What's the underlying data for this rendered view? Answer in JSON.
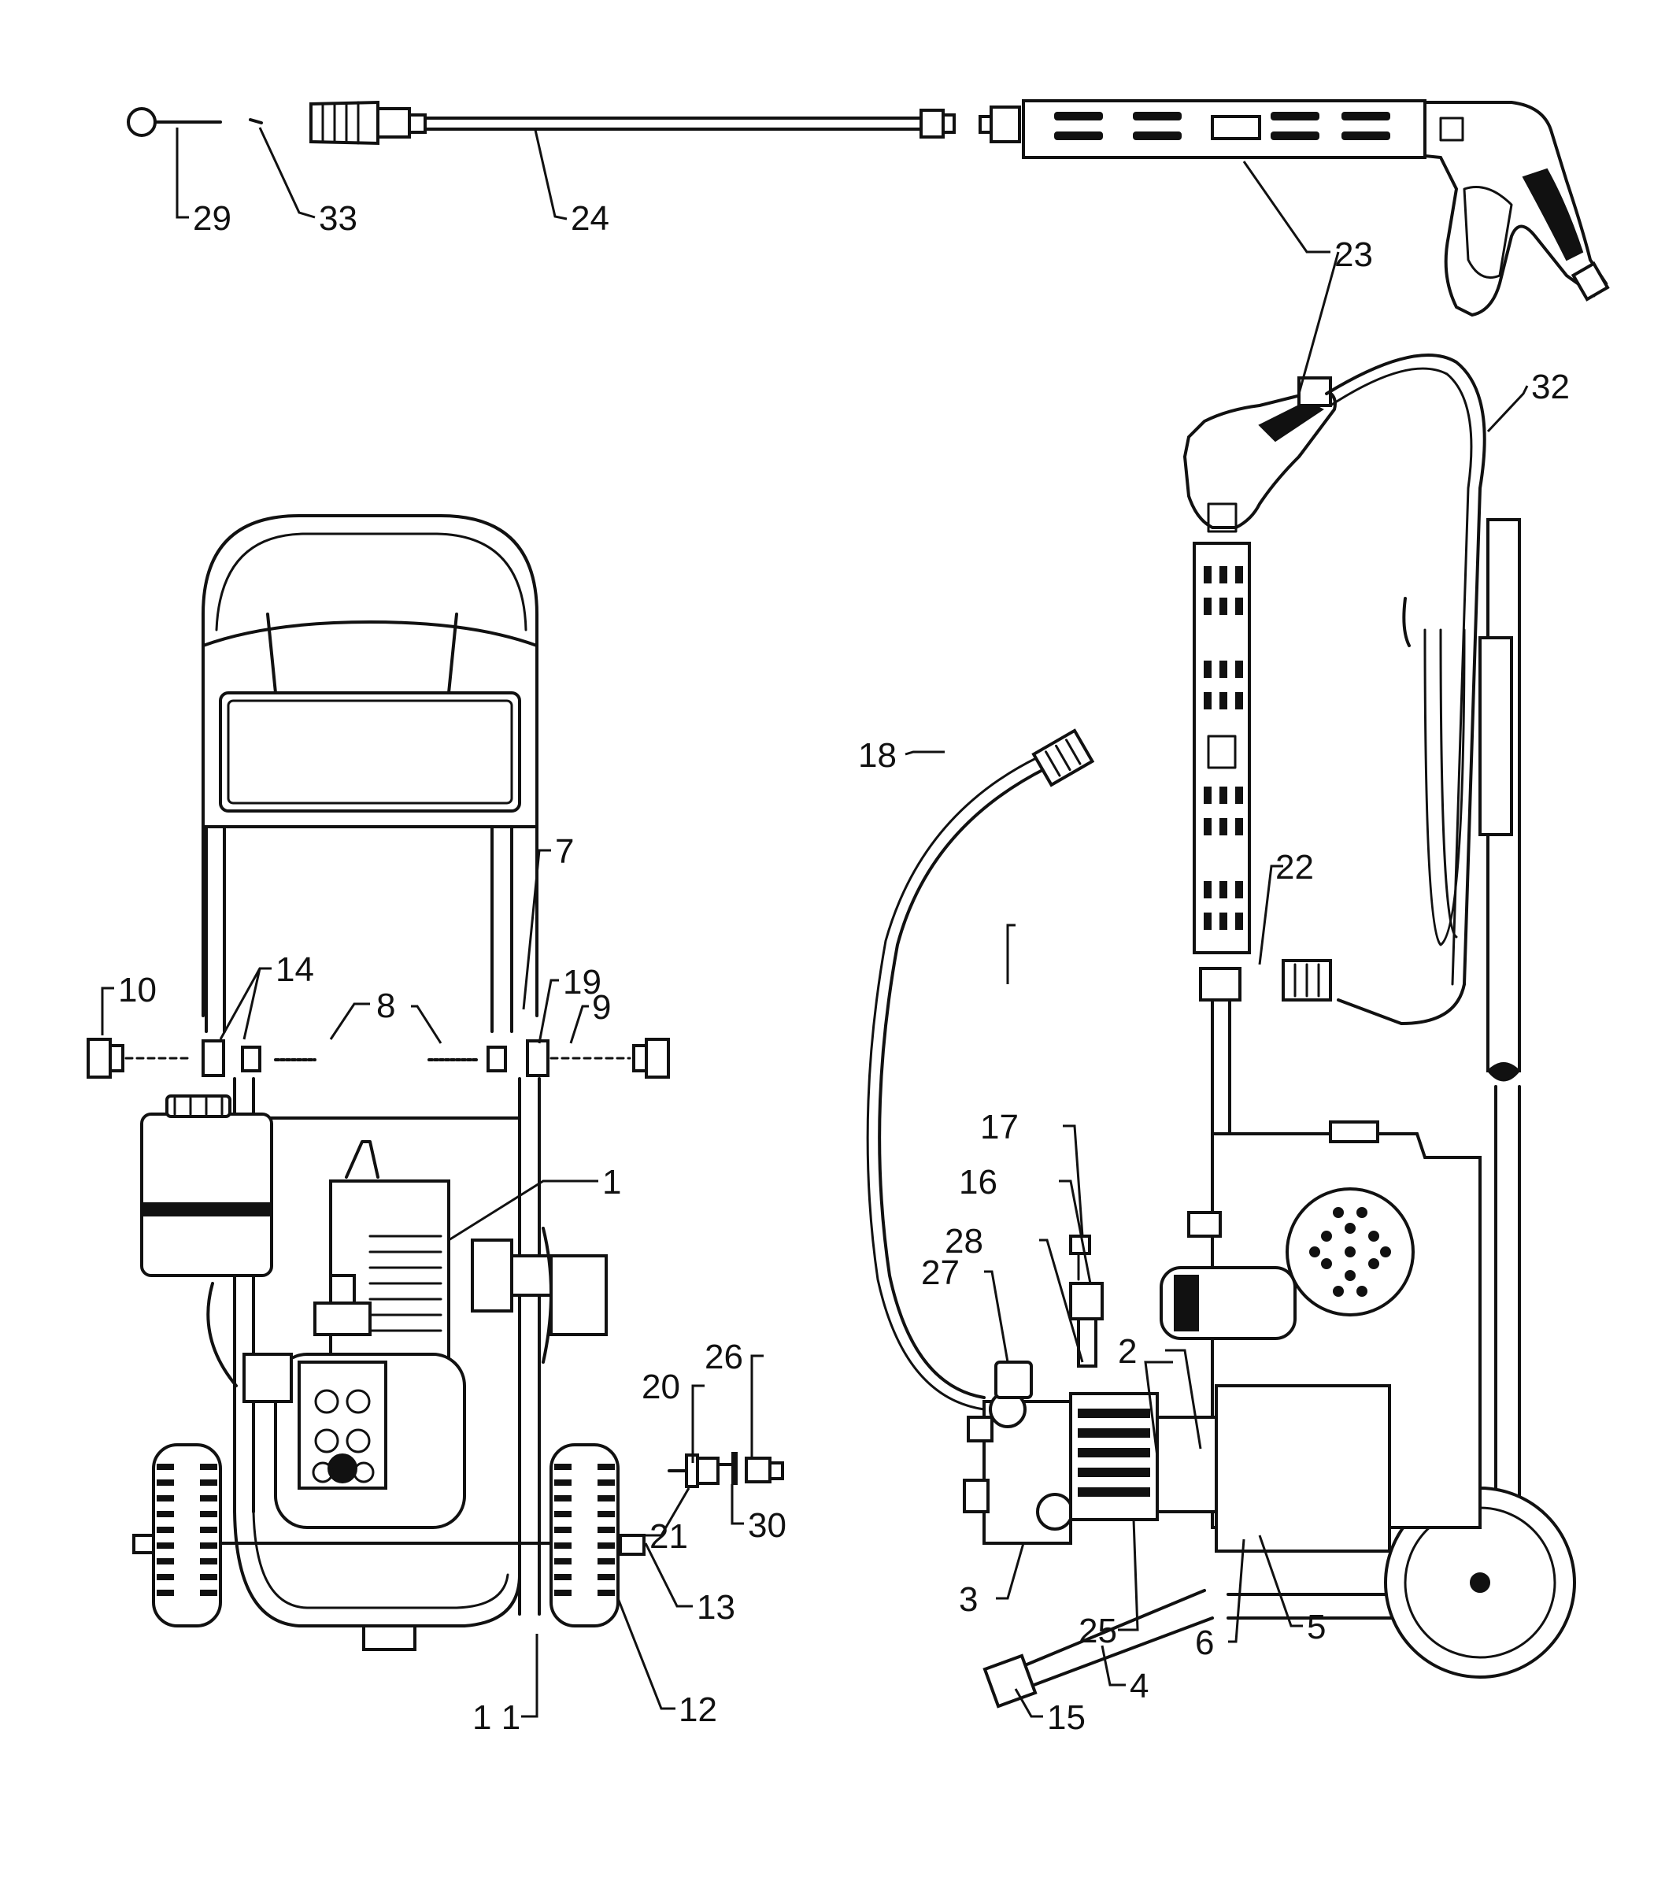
{
  "labels": {
    "l1": "1",
    "l2": "2",
    "l3": "3",
    "l4": "4",
    "l5": "5",
    "l6": "6",
    "l7": "7",
    "l8": "8",
    "l9": "9",
    "l10": "10",
    "l11": "1 1",
    "l12": "12",
    "l13": "13",
    "l14": "14",
    "l15": "15",
    "l16": "16",
    "l17": "17",
    "l18": "18",
    "l19": "19",
    "l20": "20",
    "l21": "21",
    "l22": "22",
    "l23": "23",
    "l24": "24",
    "l25": "25",
    "l26": "26",
    "l27": "27",
    "l28": "28",
    "l29": "29",
    "l30": "30",
    "l32": "32",
    "l33": "33"
  },
  "icons": {
    "spray_wand": "spray-gun-icon",
    "cart_frame": "frame-icon",
    "engine": "engine-icon",
    "pump": "pump-icon",
    "wheel": "wheel-icon"
  }
}
